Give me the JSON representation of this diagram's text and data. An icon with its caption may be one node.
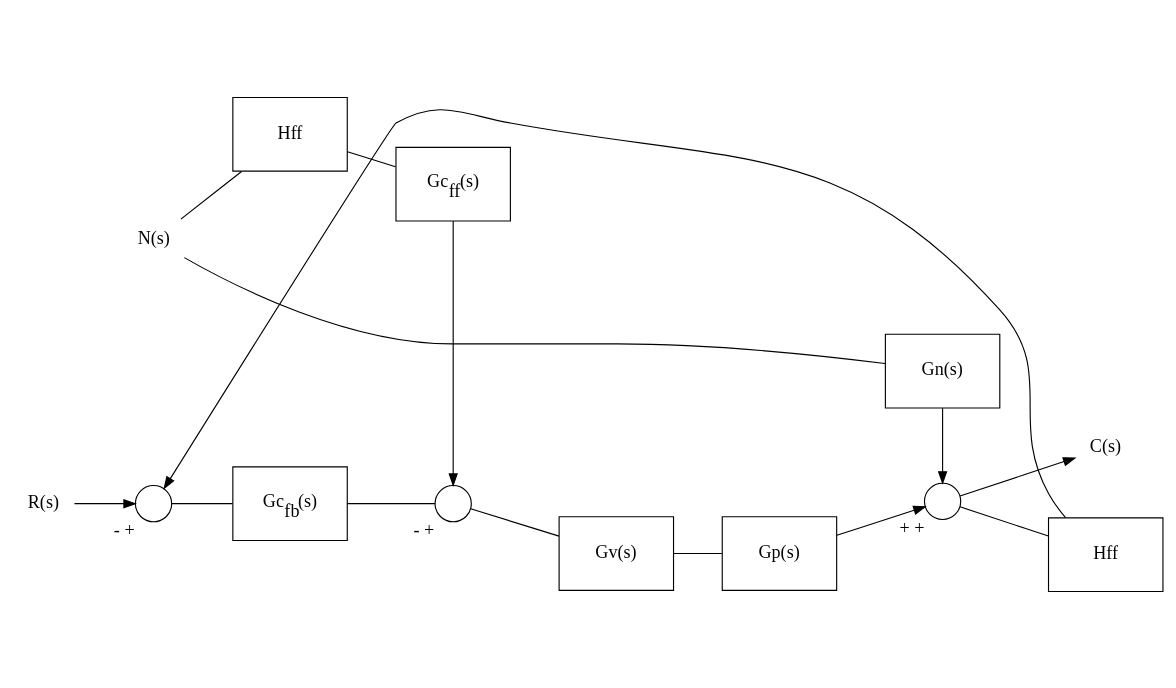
{
  "diagram": {
    "nodes": [
      {
        "text": [
          "R(s)"
        ]
      },
      {
        "text": [],
        "shape": "circle",
        "beside": [
          "-",
          "+"
        ]
      },
      {
        "text": [
          "Gc$_{fb}$(s)"
        ]
      },
      {
        "text": [],
        "shape": "circle",
        "beside": [
          "-",
          "+"
        ]
      },
      {
        "text": [
          "Gv(s)"
        ]
      },
      {
        "text": [
          "Gp(s)"
        ]
      },
      {
        "text": [],
        "shape": "circle",
        "beside": [
          "+",
          "+"
        ]
      },
      {
        "text": [
          "C(s)"
        ]
      },
      {
        "text": [
          "Hff"
        ]
      },
      {
        "text": [
          "Gc$_{ff}$(s)"
        ]
      },
      {
        "text": [
          "N(s)"
        ]
      },
      {
        "text": [
          "Gn(s)"
        ]
      },
      {
        "text": [
          "Hff"
        ]
      }
    ],
    "edges": [
      {
        "from": 0,
        "to": 1,
        "arrow": "to"
      },
      {
        "from": 1,
        "to": 2,
        "arrow": "none"
      },
      {
        "from": 2,
        "to": 3,
        "arrow": "none"
      },
      {
        "from": 3,
        "to": 4,
        "arrow": "none"
      },
      {
        "from": 4,
        "to": 5,
        "arrow": "none"
      },
      {
        "from": 5,
        "to": 6,
        "arrow": "to"
      },
      {
        "from": 6,
        "to": 7,
        "arrow": "to"
      },
      {
        "from": 6,
        "to": 12,
        "arrow": "none"
      },
      {
        "from": 12,
        "to": 1,
        "arrow": "to"
      },
      {
        "from": 10,
        "to": 8,
        "arrow": "none"
      },
      {
        "from": 8,
        "to": 9,
        "arrow": "none"
      },
      {
        "from": 9,
        "to": 3,
        "arrow": "to"
      },
      {
        "from": 10,
        "to": 11,
        "arrow": "none"
      },
      {
        "from": 11,
        "to": 6,
        "arrow": "to"
      }
    ]
  }
}
